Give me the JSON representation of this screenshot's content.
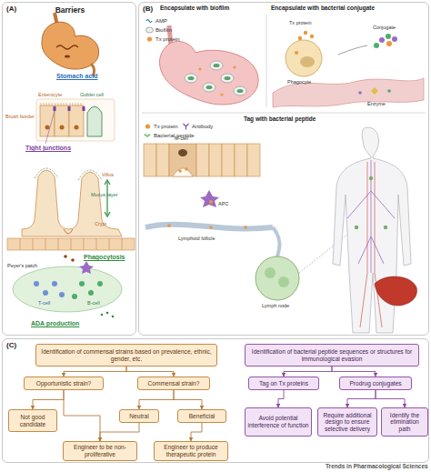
{
  "diagram": {
    "nodes": [
      {
        "text": [
          "(A)",
          "Barriers"
        ]
      },
      {
        "text": [
          "(B)"
        ]
      },
      {
        "text": [
          "(C)"
        ]
      },
      {
        "text": [
          "Identification of commensal strains based on prevalence, ethnic, gender, etc."
        ],
        "in": 2
      },
      {
        "text": [
          "Opportunistic strain?"
        ],
        "in": 2
      },
      {
        "text": [
          "Commensal strain?"
        ],
        "in": 2
      },
      {
        "text": [
          "Not good candidate"
        ],
        "in": 2
      },
      {
        "text": [
          "Neutral"
        ],
        "in": 2
      },
      {
        "text": [
          "Beneficial"
        ],
        "in": 2
      },
      {
        "text": [
          "Engineer to be non-proliferative"
        ],
        "in": 2
      },
      {
        "text": [
          "Engineer to produce therapeutic protein"
        ],
        "in": 2
      },
      {
        "text": [
          "Identification of bacterial peptide sequences or structures for immunological evasion"
        ],
        "in": 2
      },
      {
        "text": [
          "Tag on Tx proteins"
        ],
        "in": 2
      },
      {
        "text": [
          "Prodrug conjugates"
        ],
        "in": 2
      },
      {
        "text": [
          "Avoid potential interference of function"
        ],
        "in": 2
      },
      {
        "text": [
          "Require additional design to ensure selective delivery"
        ],
        "in": 2
      },
      {
        "text": [
          "Identify the elimination path"
        ],
        "in": 2
      }
    ],
    "edges": [
      {
        "from": 3,
        "to": 4,
        "arrow": "to"
      },
      {
        "from": 3,
        "to": 5,
        "arrow": "to"
      },
      {
        "from": 4,
        "to": 6,
        "arrow": "to"
      },
      {
        "from": 4,
        "to": 9,
        "arrow": "to"
      },
      {
        "from": 5,
        "to": 7,
        "arrow": "to"
      },
      {
        "from": 5,
        "to": 8,
        "arrow": "to"
      },
      {
        "from": 7,
        "to": 9,
        "arrow": "to"
      },
      {
        "from": 8,
        "to": 10,
        "arrow": "to"
      },
      {
        "from": 11,
        "to": 12,
        "arrow": "to"
      },
      {
        "from": 11,
        "to": 13,
        "arrow": "to"
      },
      {
        "from": 12,
        "to": 14,
        "arrow": "to"
      },
      {
        "from": 13,
        "to": 15,
        "arrow": "to"
      },
      {
        "from": 13,
        "to": 16,
        "arrow": "to"
      }
    ],
    "labels": [
      "Stomach acid",
      "Enterocyte",
      "Goblet cell",
      "Brush border",
      "Tight junctions",
      "Villus",
      "Mucus layer",
      "Crypt",
      "Phagocytosis",
      "Peyer's patch",
      "T-cell",
      "B-cell",
      "ADA production",
      "Encapsulate with biofilm",
      "Encapsulate with bacterial conjugate",
      "Tx protein",
      "Conjugate",
      "Phagocyte",
      "Enzyme",
      "Tag with bacterial peptide",
      "M-cell",
      "APC",
      "Lymphoid follicle",
      "Lymph node",
      "Trends in Pharmacological Sciences"
    ],
    "legend": [
      {
        "text": "AMP"
      },
      {
        "text": "Biofilm"
      },
      {
        "text": "Tx protein"
      },
      {
        "text": "Tx protein"
      },
      {
        "text": "Antibody"
      },
      {
        "text": "Bacterial peptide"
      }
    ]
  }
}
